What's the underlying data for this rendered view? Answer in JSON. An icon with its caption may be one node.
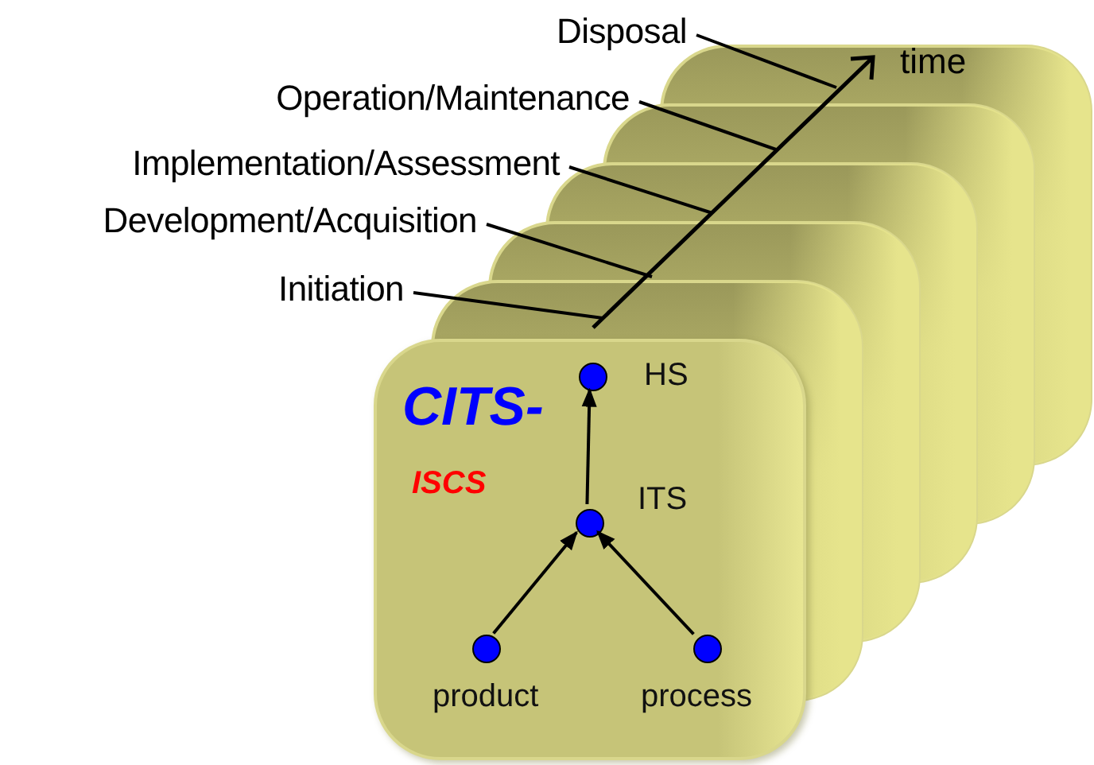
{
  "diagram": {
    "nodes": [
      {
        "text": [
          "Disposal"
        ]
      },
      {
        "text": [
          "Operation/Maintenance"
        ]
      },
      {
        "text": [
          "Implementation/Assessment"
        ]
      },
      {
        "text": [
          "Development/Acquisition"
        ]
      },
      {
        "text": [
          "Initiation"
        ]
      },
      {
        "text": [
          "CITS-",
          "ISCS"
        ]
      },
      {
        "text": [],
        "shape": "circle",
        "beside": [
          "HS"
        ],
        "in": 5
      },
      {
        "text": [],
        "shape": "circle",
        "beside": [
          "ITS"
        ],
        "in": 5
      },
      {
        "text": [],
        "shape": "circle",
        "beside": [
          "product"
        ],
        "in": 5
      },
      {
        "text": [],
        "shape": "circle",
        "beside": [
          "process"
        ],
        "in": 5
      }
    ],
    "edges": [
      {
        "from": 0,
        "to": null,
        "arrow": "none"
      },
      {
        "from": 1,
        "to": null,
        "arrow": "none"
      },
      {
        "from": 2,
        "to": null,
        "arrow": "none"
      },
      {
        "from": 3,
        "to": null,
        "arrow": "none"
      },
      {
        "from": 4,
        "to": null,
        "arrow": "none"
      },
      {
        "from": 7,
        "to": 6,
        "arrow": "to"
      },
      {
        "from": 8,
        "to": 7,
        "arrow": "to"
      },
      {
        "from": 9,
        "to": 7,
        "arrow": "to"
      }
    ],
    "labels": [
      "time"
    ]
  }
}
